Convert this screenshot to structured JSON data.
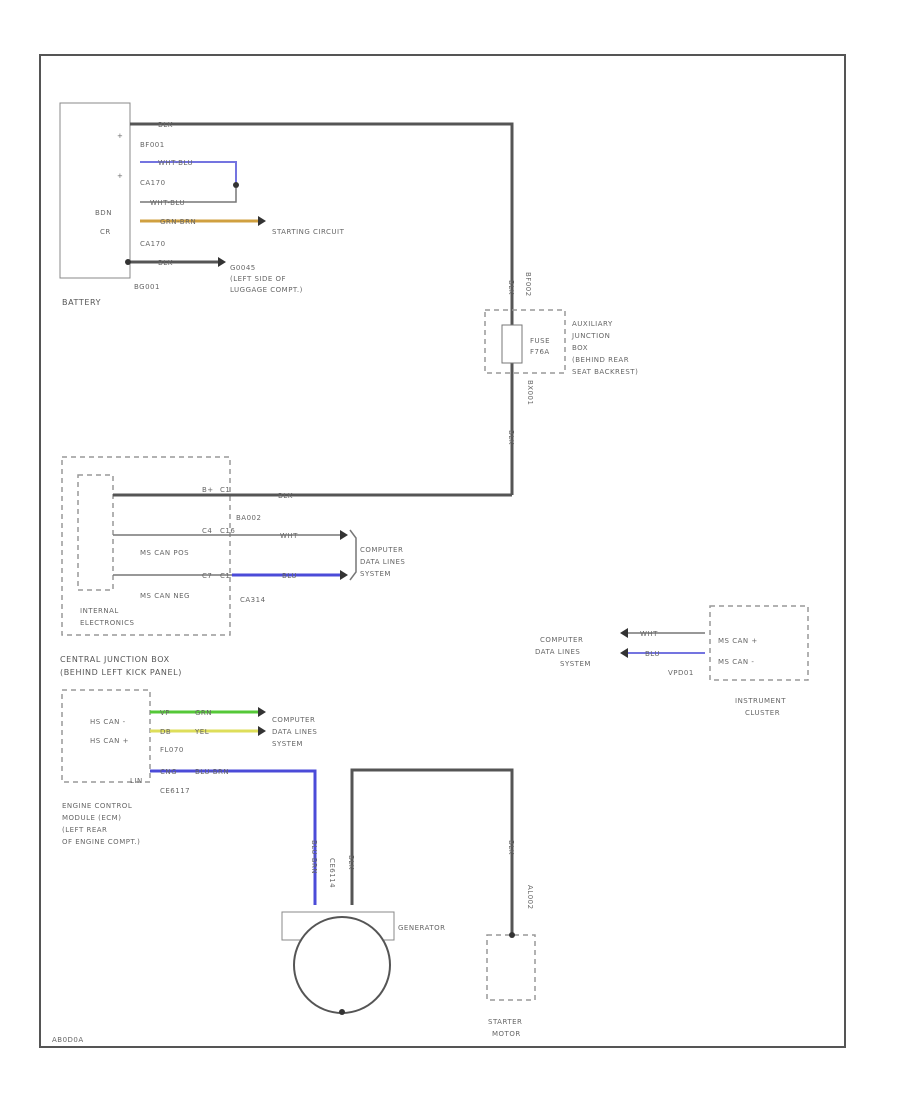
{
  "footer_code": "AB0D0A",
  "battery": {
    "name": "BATTERY",
    "pins": [
      "+",
      "+",
      "BDN",
      "CR"
    ],
    "wires": [
      {
        "code": "BLK",
        "circuit": "BF001"
      },
      {
        "code": "WHT-BLU",
        "circuit": "CA170"
      },
      {
        "code": "WHT-BLU"
      },
      {
        "code": "GRN-BRN"
      },
      {
        "code": "BLK",
        "circuit": "BG001"
      }
    ],
    "starting_circuit": "STARTING CIRCUIT",
    "ground_id": "G0045",
    "ground_loc1": "(LEFT SIDE OF",
    "ground_loc2": "LUGGAGE COMPT.)",
    "circuit_ca": "CA170"
  },
  "aux_box": {
    "name1": "AUXILIARY",
    "name2": "JUNCTION",
    "name3": "BOX",
    "loc1": "(BEHIND REAR",
    "loc2": "SEAT BACKREST)",
    "fuse1": "FUSE",
    "fuse2": "F76A",
    "wire_top": "BLK",
    "circuit_top": "BF002",
    "wire_bot": "BLK",
    "circuit_bot": "BX001"
  },
  "cjb": {
    "inner": "INTERNAL",
    "inner2": "ELECTRONICS",
    "name": "CENTRAL JUNCTION BOX",
    "loc": "(BEHIND LEFT KICK PANEL)",
    "row1": {
      "pin": "B+",
      "connector": "C1",
      "wire": "BLK"
    },
    "row2": {
      "label": "MS CAN POS",
      "pin": "C4",
      "connector": "C16",
      "wire": "WHT",
      "circuit": "BA002"
    },
    "row3": {
      "label": "MS CAN NEG",
      "pin": "C7",
      "connector": "C1",
      "wire": "BLU",
      "circuit": "CA314"
    }
  },
  "cdl": {
    "l1": "COMPUTER",
    "l2": "DATA LINES",
    "l3": "SYSTEM"
  },
  "cluster": {
    "name1": "INSTRUMENT",
    "name2": "CLUSTER",
    "pin1": "MS CAN +",
    "pin2": "MS CAN -",
    "wire1": "WHT",
    "wire2": "BLU",
    "circuit": "VPD01",
    "cdl1": "COMPUTER",
    "cdl2": "DATA LINES",
    "cdl3": "SYSTEM"
  },
  "ecm": {
    "pin1": "HS CAN -",
    "pin2": "HS CAN +",
    "pin3": "LIN",
    "wire1": "GRN",
    "wire2": "YEL",
    "wire3": "BLU-BRN",
    "c1": "VP",
    "c2": "DB",
    "c3": "CNG",
    "circuit_a": "FL070",
    "circuit_b": "CE6117",
    "name1": "ENGINE CONTROL",
    "name2": "MODULE (ECM)",
    "name3": "(LEFT REAR",
    "name4": "OF ENGINE COMPT.)",
    "cdl1": "COMPUTER",
    "cdl2": "DATA LINES",
    "cdl3": "SYSTEM"
  },
  "generator": {
    "name": "GENERATOR",
    "wire_blu": "BLU-BRN",
    "circuit_ce": "CE6114",
    "wire_blk": "BLK"
  },
  "starter": {
    "name1": "STARTER",
    "name2": "MOTOR",
    "wire": "BLK",
    "circuit": "AL002"
  }
}
